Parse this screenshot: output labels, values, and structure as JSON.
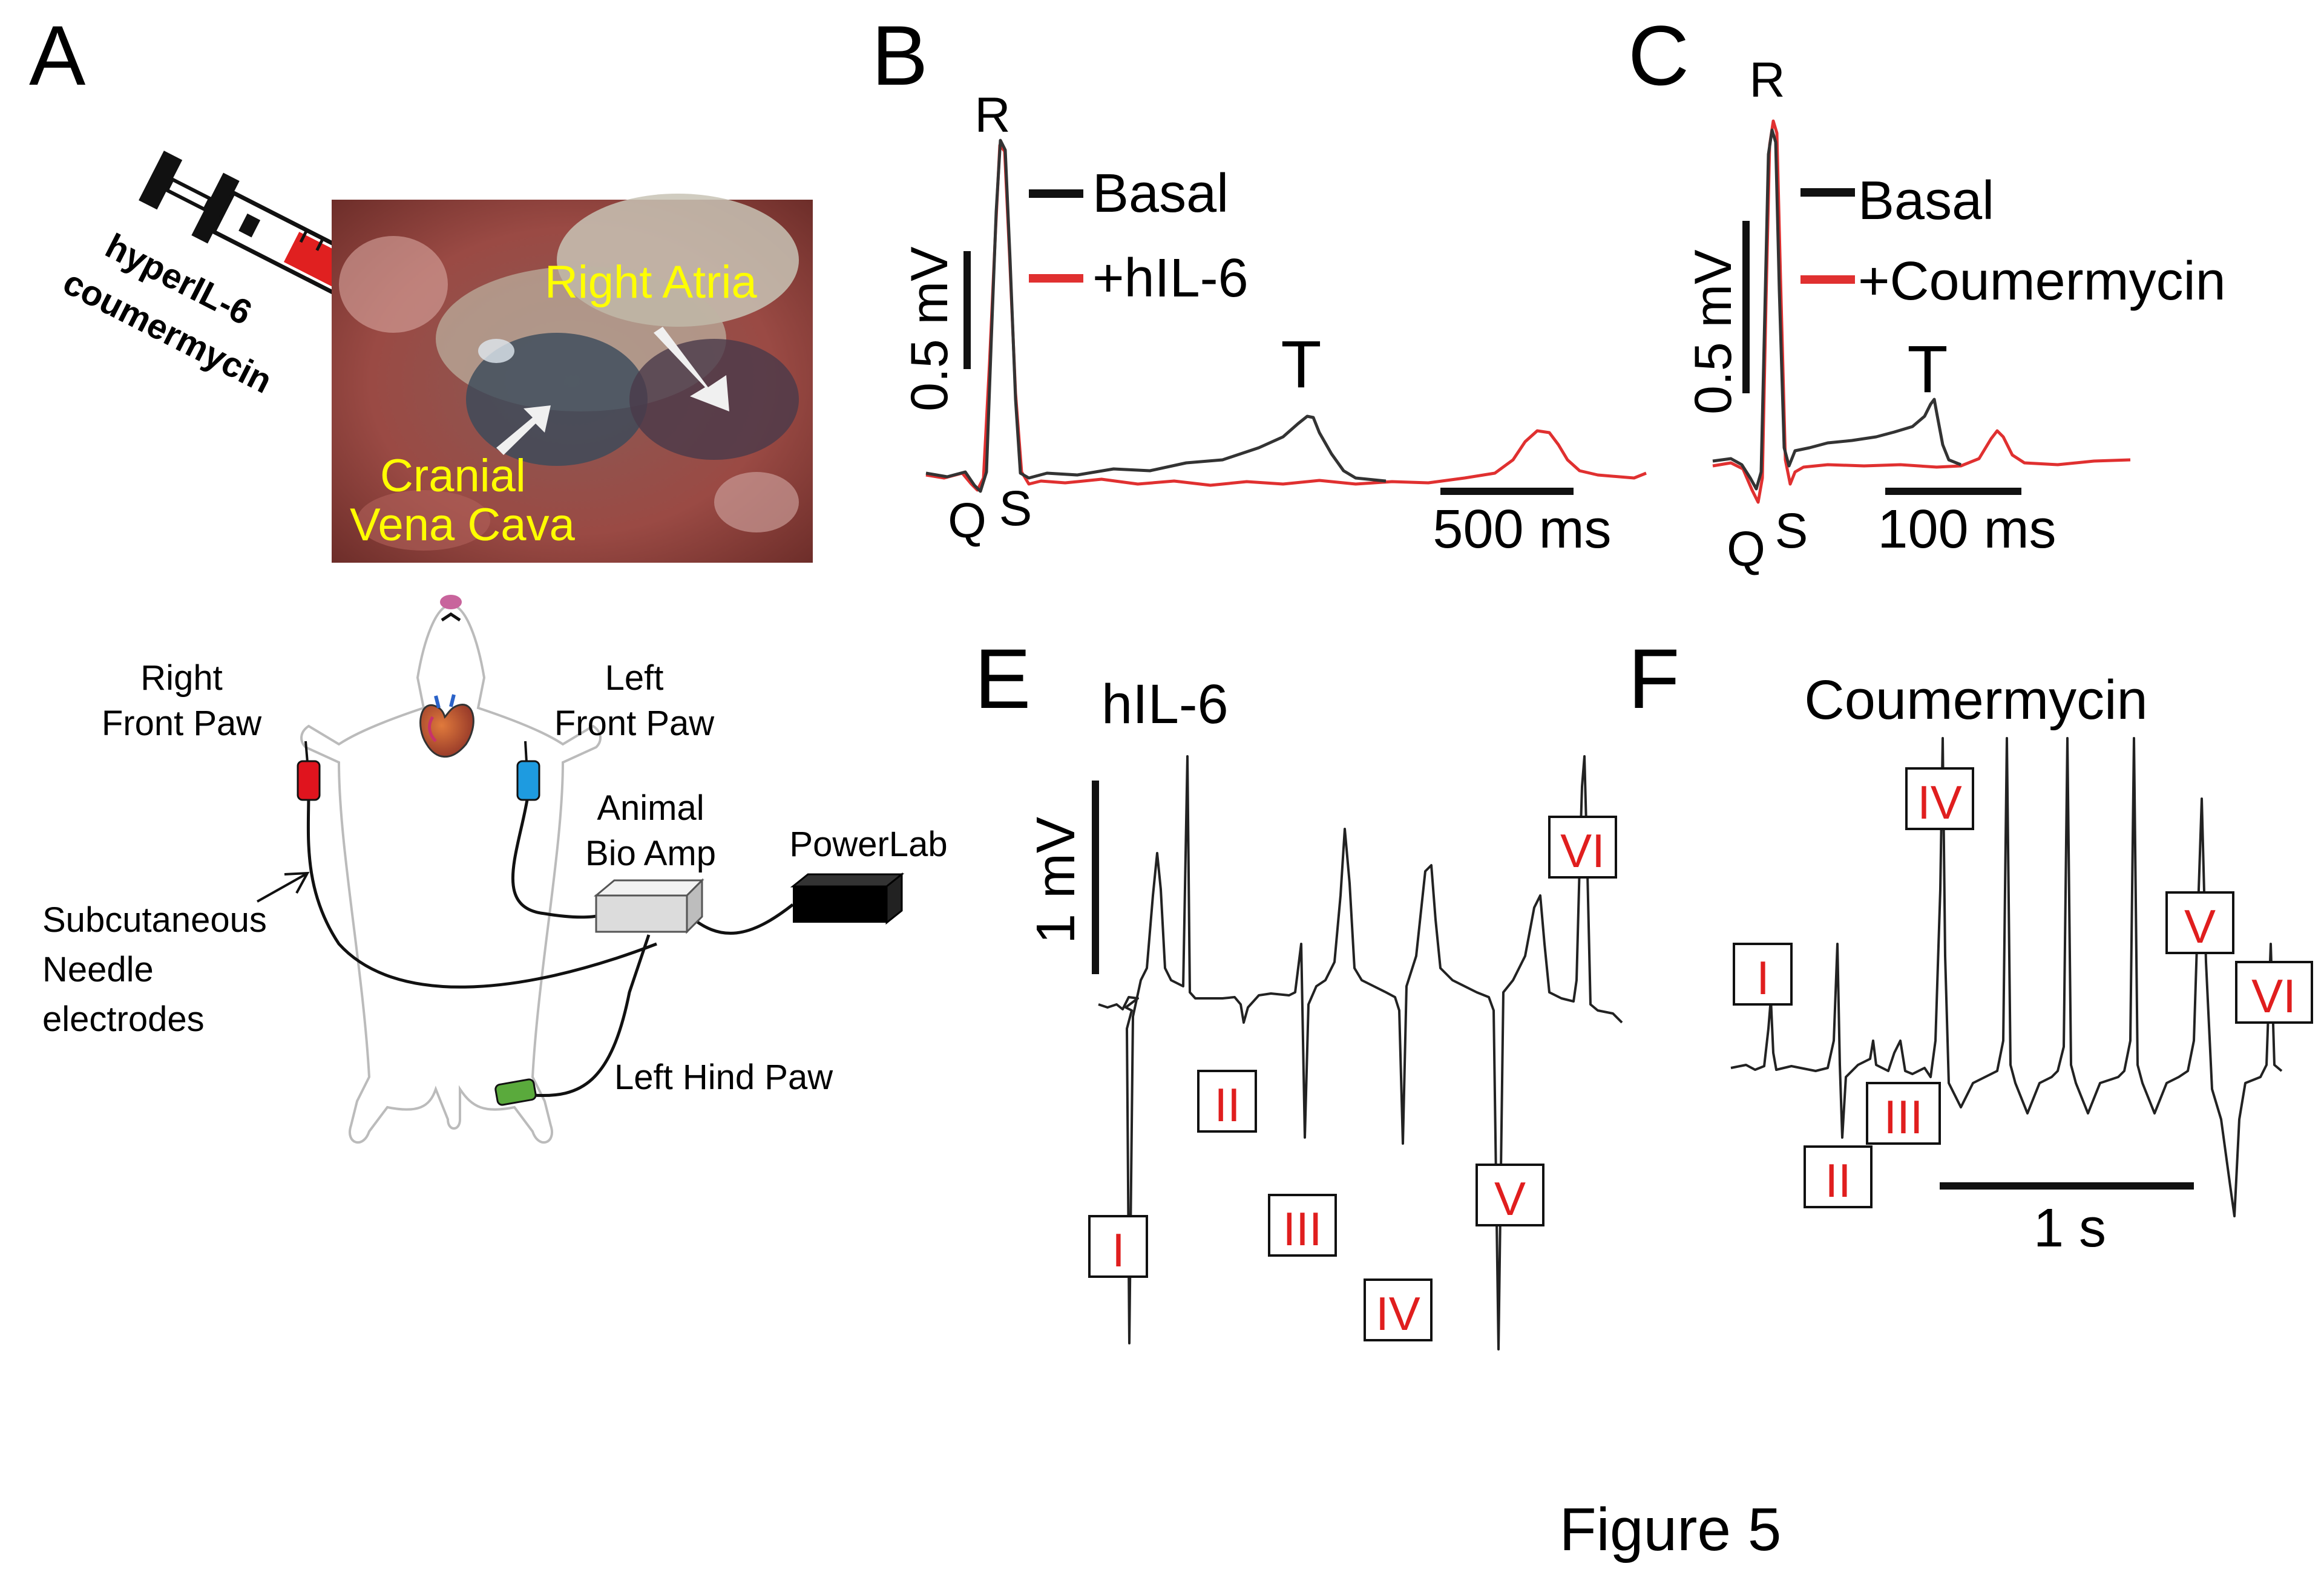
{
  "figure_title": "Figure 5",
  "colors": {
    "basal": "#333333",
    "treated": "#e03030",
    "label_red": "#e01e1e",
    "photo_label": "#ffff00",
    "electrode_red": "#e0141e",
    "electrode_blue": "#1e9be0",
    "electrode_green": "#5aaa3c"
  },
  "panelA": {
    "letter": "A",
    "syringe_label": [
      "hyperIL-6",
      "coumermycin"
    ],
    "photo_labels": {
      "right_atria": "Right Atria",
      "cranial": "Cranial",
      "vena_cava": "Vena Cava"
    },
    "diagram_labels": {
      "right_front_paw": [
        "Right",
        "Front Paw"
      ],
      "left_front_paw": [
        "Left",
        "Front Paw"
      ],
      "animal_bio_amp": [
        "Animal",
        "Bio Amp"
      ],
      "powerlab": "PowerLab",
      "needle_electrodes": [
        "Subcutaneous",
        "Needle",
        "electrodes"
      ],
      "left_hind_paw": "Left Hind Paw"
    }
  },
  "panelB": {
    "letter": "B",
    "peaks": {
      "R": "R",
      "Q": "Q",
      "S": "S",
      "T": "T"
    },
    "legend": [
      "Basal",
      "+hIL-6"
    ],
    "y_scale": "0.5 mV",
    "x_scale": "500 ms"
  },
  "panelC": {
    "letter": "C",
    "peaks": {
      "R": "R",
      "Q": "Q",
      "S": "S",
      "T": "T"
    },
    "legend": [
      "Basal",
      "+Coumermycin"
    ],
    "y_scale": "0.5 mV",
    "x_scale": "100 ms"
  },
  "panelE": {
    "letter": "E",
    "title": "hIL-6",
    "y_scale": "1 mV",
    "markers": [
      "I",
      "II",
      "III",
      "IV",
      "V",
      "VI"
    ]
  },
  "panelF": {
    "letter": "F",
    "title": "Coumermycin",
    "x_scale": "1 s",
    "markers": [
      "I",
      "II",
      "III",
      "IV",
      "V",
      "VI"
    ]
  }
}
